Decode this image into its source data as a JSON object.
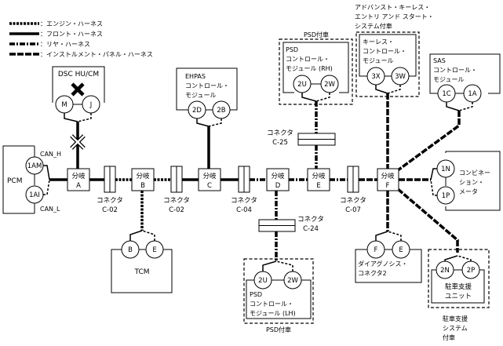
{
  "legend": [
    {
      "type": "engine",
      "label": "：エンジン・ハーネス"
    },
    {
      "type": "front",
      "label": "：フロント・ハーネス"
    },
    {
      "type": "rear",
      "label": "：リヤ・ハーネス"
    },
    {
      "type": "instrument",
      "label": "：インストルメント・パネル・ハーネス"
    }
  ],
  "modules": {
    "dsc": {
      "title": "DSC HU/CM",
      "pins": [
        "M",
        "J"
      ],
      "status": "disconnected"
    },
    "pcm": {
      "title": "PCM",
      "pins": [
        "1AM",
        "1AI"
      ],
      "can_h": "CAN_H",
      "can_l": "CAN_L"
    },
    "tcm": {
      "title": "TCM",
      "pins": [
        "B",
        "E"
      ]
    },
    "ehpas": {
      "lines": [
        "EHPAS",
        "コントロール・",
        "モジュール"
      ],
      "pins": [
        "2D",
        "2B"
      ]
    },
    "psd_rh": {
      "group": "PSD付車",
      "lines": [
        "PSD",
        "コントロール・",
        "モジュール (RH)"
      ],
      "pins": [
        "2U",
        "2W"
      ]
    },
    "psd_lh": {
      "group": "PSD付車",
      "lines": [
        "PSD",
        "コントロール・",
        "モジュール (LH)"
      ],
      "pins": [
        "2U",
        "2W"
      ]
    },
    "keyless": {
      "group_lines": [
        "アドバンスト・キーレス・",
        "エントリ アンド スタート・",
        "システム付車"
      ],
      "lines": [
        "キーレス・",
        "コントロール・",
        "モジュール"
      ],
      "pins": [
        "3X",
        "3W"
      ]
    },
    "sas": {
      "lines": [
        "SAS",
        "コントロール・",
        "モジュール"
      ],
      "pins": [
        "1C",
        "1A"
      ]
    },
    "meter": {
      "lines": [
        "コンビネー",
        "ション・",
        "メータ"
      ],
      "pins": [
        "1N",
        "1P"
      ]
    },
    "diag": {
      "lines": [
        "ダイアグノシス・",
        "コネクタ2"
      ],
      "pins": [
        "F",
        "E"
      ]
    },
    "parking": {
      "group_lines": [
        "駐車支援",
        "システム",
        "付車"
      ],
      "lines": [
        "駐車支援",
        "ユニット"
      ],
      "pins": [
        "2N",
        "2P"
      ]
    }
  },
  "junctions": [
    {
      "label": "分岐",
      "id": "A"
    },
    {
      "label": "分岐",
      "id": "B"
    },
    {
      "label": "分岐",
      "id": "C"
    },
    {
      "label": "分岐",
      "id": "D"
    },
    {
      "label": "分岐",
      "id": "E"
    },
    {
      "label": "分岐",
      "id": "F"
    }
  ],
  "connectors": [
    {
      "label": "コネクタ",
      "id": "C-02"
    },
    {
      "label": "コネクタ",
      "id": "C-02"
    },
    {
      "label": "コネクタ",
      "id": "C-04"
    },
    {
      "label": "コネクタ",
      "id": "C-07"
    },
    {
      "label": "コネクタ",
      "id": "C-25"
    },
    {
      "label": "コネクタ",
      "id": "C-24"
    }
  ]
}
